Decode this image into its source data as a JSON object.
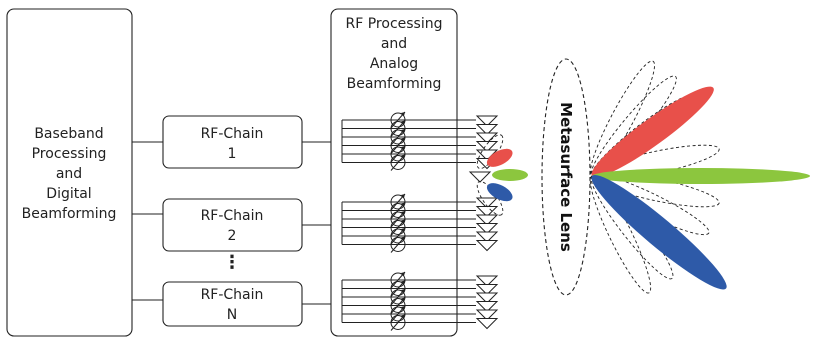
{
  "baseband": {
    "lines": [
      "Baseband",
      "Processing",
      "and",
      "Digital",
      "Beamforming"
    ]
  },
  "rf_processing": {
    "lines": [
      "RF Processing",
      "and",
      "Analog",
      "Beamforming"
    ]
  },
  "rf_chains": [
    {
      "lines": [
        "RF-Chain",
        "1"
      ]
    },
    {
      "lines": [
        "RF-Chain",
        "2"
      ]
    },
    {
      "lines": [
        "RF-Chain",
        "N"
      ]
    }
  ],
  "ellipsis": "⋮",
  "lens_label": "Metasurface Lens",
  "colors": {
    "red": "#e8504a",
    "green": "#8cc63e",
    "blue": "#2e5aa8"
  }
}
